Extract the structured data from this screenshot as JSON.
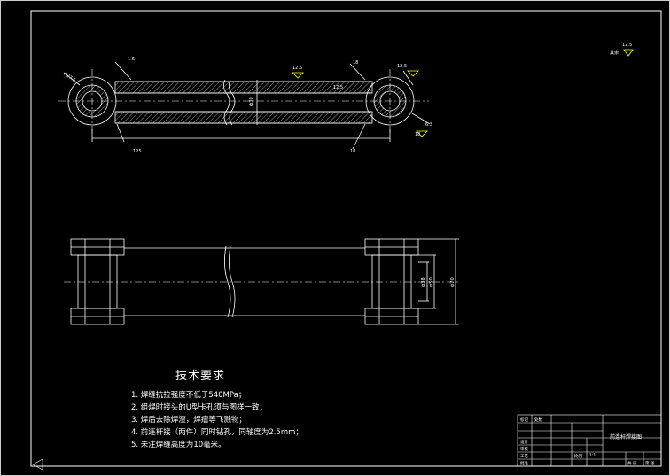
{
  "drawing": {
    "line_color": "#ffffff",
    "accent_color": "#ffff00",
    "background": "#000000"
  },
  "top_view": {
    "dim_labels": [
      "12.5",
      "18",
      "12.5",
      "18",
      "12.5",
      "6.3",
      "R27.5",
      "1.6",
      "ф30",
      "125",
      "18"
    ]
  },
  "side_view": {
    "dim_labels": [
      "ф38",
      "ф50",
      "ф70"
    ]
  },
  "roughness": {
    "value": "12.5",
    "label": "其余"
  },
  "tech_req": {
    "title": "技术要求",
    "items": [
      "1.  焊缝抗拉强度不低于540MPa；",
      "2.  组焊时接头的U型卡孔须与图样一致；",
      "3.  焊后去除焊渣，焊瘤等飞溅物；",
      "4.  前连杆接（两件）同时钻孔，同轴度为2.5mm；",
      "5.  未注焊缝高度为10毫米。"
    ]
  },
  "title_block": {
    "name": "前连杆焊接图",
    "cells": [
      "标记",
      "处数",
      "设计",
      "审核",
      "工艺",
      "批准",
      "比例",
      "1:1",
      "共 张",
      "第 张"
    ]
  }
}
